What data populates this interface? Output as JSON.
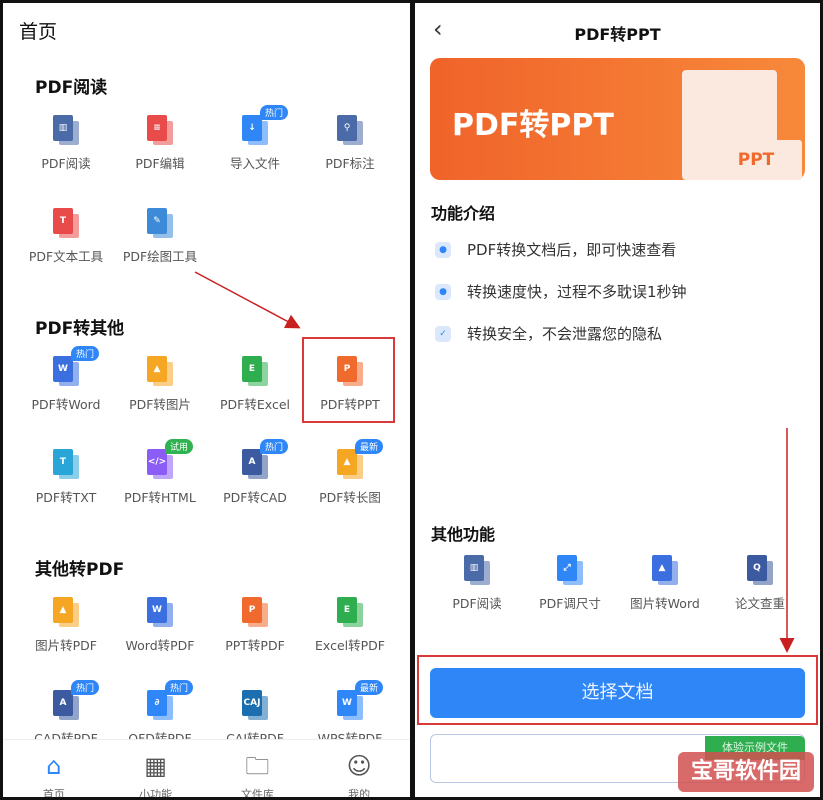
{
  "left": {
    "title": "首页",
    "sections": [
      {
        "title": "PDF阅读",
        "items": [
          {
            "label": "PDF阅读",
            "icon": "book-icon",
            "color": "#4a6aa8",
            "glyph": "▥"
          },
          {
            "label": "PDF编辑",
            "icon": "edit-doc-icon",
            "color": "#e94b4b",
            "glyph": "≡"
          },
          {
            "label": "导入文件",
            "icon": "import-icon",
            "color": "#2f86f6",
            "glyph": "↓",
            "badge": "热门"
          },
          {
            "label": "PDF标注",
            "icon": "pin-icon",
            "color": "#4a6aa8",
            "glyph": "⚲"
          },
          {
            "label": "PDF文本工具",
            "icon": "text-tool-icon",
            "color": "#e94b4b",
            "glyph": "T"
          },
          {
            "label": "PDF绘图工具",
            "icon": "draw-tool-icon",
            "color": "#3d8bd8",
            "glyph": "✎"
          }
        ]
      },
      {
        "title": "PDF转其他",
        "items": [
          {
            "label": "PDF转Word",
            "icon": "word-icon",
            "color": "#3b6fe0",
            "glyph": "W",
            "badge": "热门"
          },
          {
            "label": "PDF转图片",
            "icon": "image-icon",
            "color": "#f5a623",
            "glyph": "▲"
          },
          {
            "label": "PDF转Excel",
            "icon": "excel-icon",
            "color": "#2fae4f",
            "glyph": "E"
          },
          {
            "label": "PDF转PPT",
            "icon": "ppt-icon",
            "color": "#f06a2e",
            "glyph": "P"
          },
          {
            "label": "PDF转TXT",
            "icon": "txt-icon",
            "color": "#2aa5d8",
            "glyph": "T"
          },
          {
            "label": "PDF转HTML",
            "icon": "html-icon",
            "color": "#8b5cf6",
            "glyph": "</>",
            "badge": "试用",
            "badgeGreen": true
          },
          {
            "label": "PDF转CAD",
            "icon": "cad-icon",
            "color": "#3b5aa0",
            "glyph": "A",
            "badge": "热门"
          },
          {
            "label": "PDF转长图",
            "icon": "long-image-icon",
            "color": "#f5a623",
            "glyph": "▲",
            "badge": "最新"
          }
        ]
      },
      {
        "title": "其他转PDF",
        "items": [
          {
            "label": "图片转PDF",
            "icon": "image-icon",
            "color": "#f5a623",
            "glyph": "▲"
          },
          {
            "label": "Word转PDF",
            "icon": "word-icon",
            "color": "#3b6fe0",
            "glyph": "W"
          },
          {
            "label": "PPT转PDF",
            "icon": "ppt-icon",
            "color": "#f06a2e",
            "glyph": "P"
          },
          {
            "label": "Excel转PDF",
            "icon": "excel-icon",
            "color": "#2fae4f",
            "glyph": "E"
          },
          {
            "label": "CAD转PDF",
            "icon": "cad-icon",
            "color": "#3b5aa0",
            "glyph": "A",
            "badge": "热门"
          },
          {
            "label": "OFD转PDF",
            "icon": "ofd-icon",
            "color": "#2f86f6",
            "glyph": "∂",
            "badge": "热门"
          },
          {
            "label": "CAJ转PDF",
            "icon": "caj-icon",
            "color": "#1b6fb0",
            "glyph": "CAJ"
          },
          {
            "label": "WPS转PDF",
            "icon": "wps-icon",
            "color": "#2f86f6",
            "glyph": "W",
            "badge": "最新"
          }
        ]
      }
    ],
    "nav": [
      {
        "label": "首页",
        "icon": "home-icon",
        "glyph": "⌂",
        "active": true
      },
      {
        "label": "小功能",
        "icon": "grid-icon",
        "glyph": "▦"
      },
      {
        "label": "文件库",
        "icon": "folder-icon",
        "glyph": "🗀"
      },
      {
        "label": "我的",
        "icon": "user-icon",
        "glyph": "☺"
      }
    ]
  },
  "right": {
    "title": "PDF转PPT",
    "banner": {
      "title": "PDF转PPT",
      "doc_label": "PPT"
    },
    "intro_title": "功能介绍",
    "intro": [
      "PDF转换文档后，即可快速查看",
      "转换速度快，过程不多耽误1秒钟",
      "转换安全，不会泄露您的隐私"
    ],
    "other_title": "其他功能",
    "other": [
      {
        "label": "PDF阅读",
        "icon": "book-icon",
        "color": "#4a6aa8",
        "glyph": "▥"
      },
      {
        "label": "PDF调尺寸",
        "icon": "resize-icon",
        "color": "#2f86f6",
        "glyph": "⤢"
      },
      {
        "label": "图片转Word",
        "icon": "image-word-icon",
        "color": "#3b6fe0",
        "glyph": "▲"
      },
      {
        "label": "论文查重",
        "icon": "check-doc-icon",
        "color": "#3b5aa0",
        "glyph": "Q"
      }
    ],
    "select_button": "选择文档",
    "demo_button": "体验示例文件",
    "watermark": "宝哥软件园"
  },
  "colors": {
    "accent": "#2f86f6",
    "banner": "#f06a2e",
    "annotation": "#d83a3a"
  }
}
